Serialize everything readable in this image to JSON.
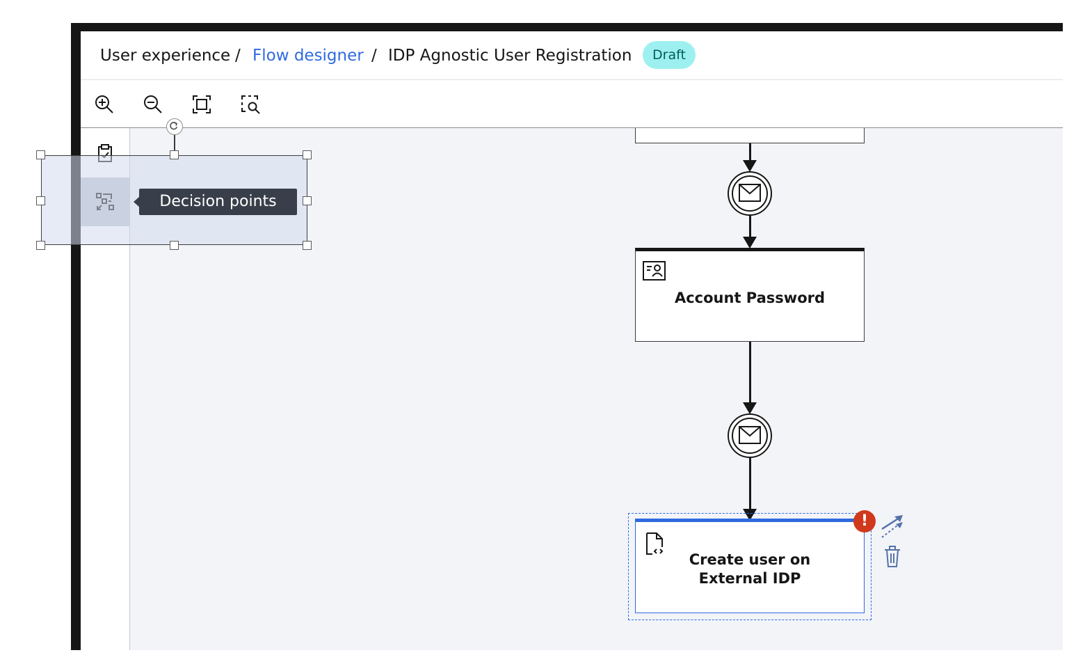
{
  "breadcrumb": {
    "items": [
      "User experience",
      "/",
      "Flow designer",
      "/",
      "IDP Agnostic User Registration"
    ],
    "status_badge": "Draft"
  },
  "toolbar": {
    "tools": [
      "zoom-in-icon",
      "zoom-out-icon",
      "fit-to-screen-icon",
      "zoom-to-selection-icon"
    ]
  },
  "palette": {
    "items": [
      "clipboard-icon",
      "decision-points-icon"
    ],
    "active_item": "decision-points-icon",
    "tooltip": "Decision points"
  },
  "flow": {
    "nodes": [
      {
        "label": "Account Password",
        "icon": "user-profile-icon"
      },
      {
        "label_line1": "Create user on",
        "label_line2": "External IDP",
        "icon": "code-file-icon",
        "error_indicator": "!"
      }
    ],
    "events": [
      "message-event-icon",
      "message-event-icon"
    ],
    "selection_actions": [
      "connect-arrow-icon",
      "trash-icon"
    ]
  },
  "colors": {
    "link": "#2f6ae0",
    "badge_bg": "#9ef0f0",
    "badge_text": "#005d5d",
    "selection_blue": "#2f6ae0",
    "error": "#d0391c",
    "canvas_bg": "#f2f4f8"
  }
}
